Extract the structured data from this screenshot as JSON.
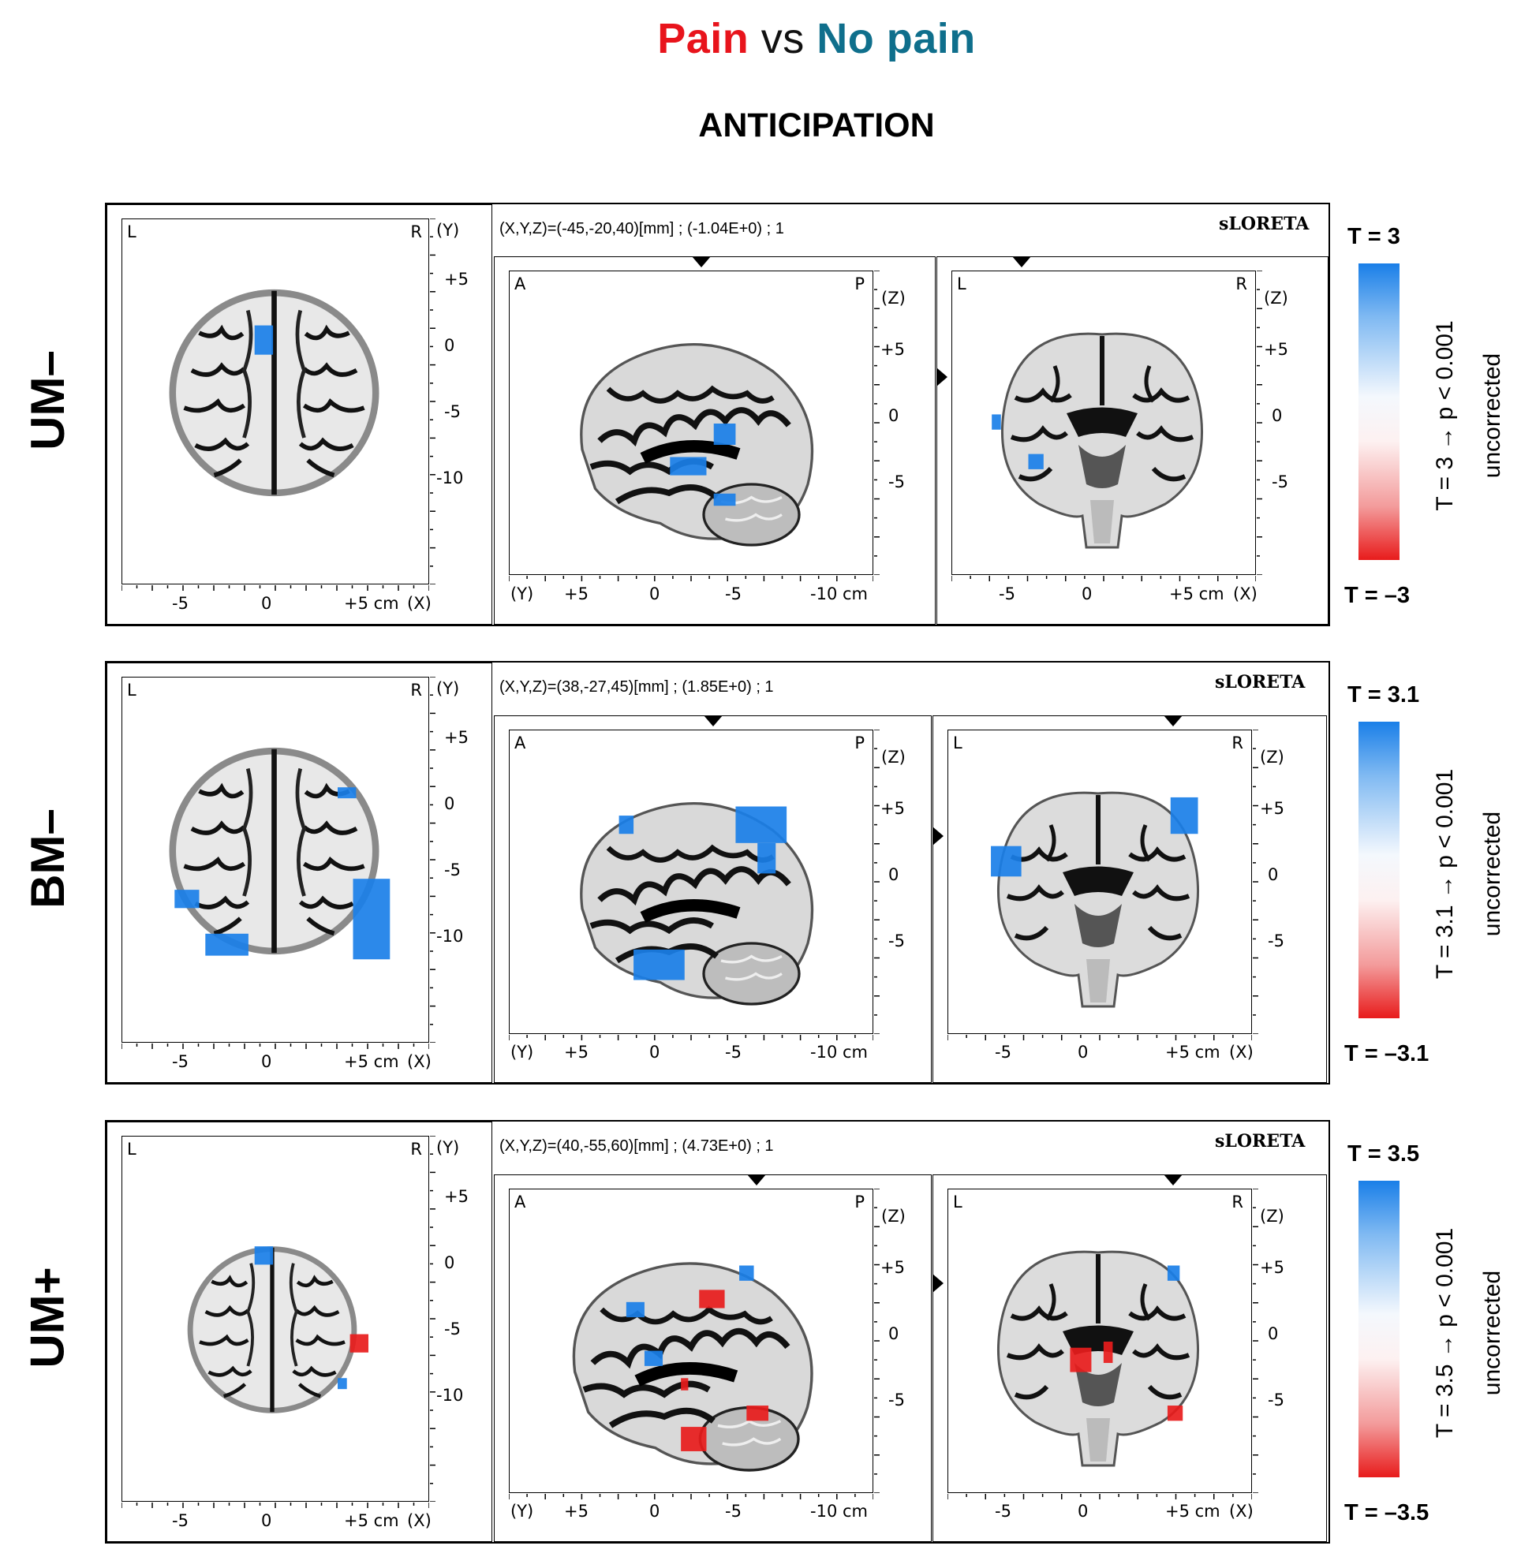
{
  "header": {
    "pain": "Pain",
    "vs": " vs ",
    "nopain": "No pain",
    "subtitle": "ANTICIPATION"
  },
  "colors": {
    "pain": "#e8141c",
    "nopain": "#0f6f8c",
    "positive": "#1a7fe8",
    "negative": "#e81c1c"
  },
  "rows": [
    {
      "label": "UM–",
      "coord": "(X,Y,Z)=(-45,-20,40)[mm]  ;  (-1.04E+0)  ;  1",
      "method": "sLORETA",
      "t_top": "T = 3",
      "t_bottom": "T = –3",
      "threshold": "T = 3 → p < 0.001",
      "uncorrected": "uncorrected"
    },
    {
      "label": "BM–",
      "coord": "(X,Y,Z)=(38,-27,45)[mm]  ;  (1.85E+0)  ;  1",
      "method": "sLORETA",
      "t_top": "T = 3.1",
      "t_bottom": "T = –3.1",
      "threshold": "T = 3.1 → p < 0.001",
      "uncorrected": "uncorrected"
    },
    {
      "label": "UM+",
      "coord": "(X,Y,Z)=(40,-55,60)[mm]  ;  (4.73E+0)  ;  1",
      "method": "sLORETA",
      "t_top": "T = 3.5",
      "t_bottom": "T = –3.5",
      "threshold": "T = 3.5 → p < 0.001",
      "uncorrected": "uncorrected"
    }
  ],
  "axial": {
    "left": "L",
    "right": "R",
    "axis": "(Y)",
    "yticks": [
      "+5",
      "0",
      "-5",
      "-10"
    ],
    "xticks": [
      "-5",
      "0",
      "+5 cm"
    ],
    "xaxis": "(X)"
  },
  "sagittal": {
    "left": "A",
    "right": "P",
    "axis": "(Z)",
    "zticks": [
      "+5",
      "0",
      "-5"
    ],
    "yaxis": "(Y)",
    "xticks": [
      "+5",
      "0",
      "-5",
      "-10 cm"
    ]
  },
  "coronal": {
    "left": "L",
    "right": "R",
    "axis": "(Z)",
    "zticks": [
      "+5",
      "0",
      "-5"
    ],
    "xticks": [
      "-5",
      "0",
      "+5 cm"
    ],
    "xaxis": "(X)"
  }
}
